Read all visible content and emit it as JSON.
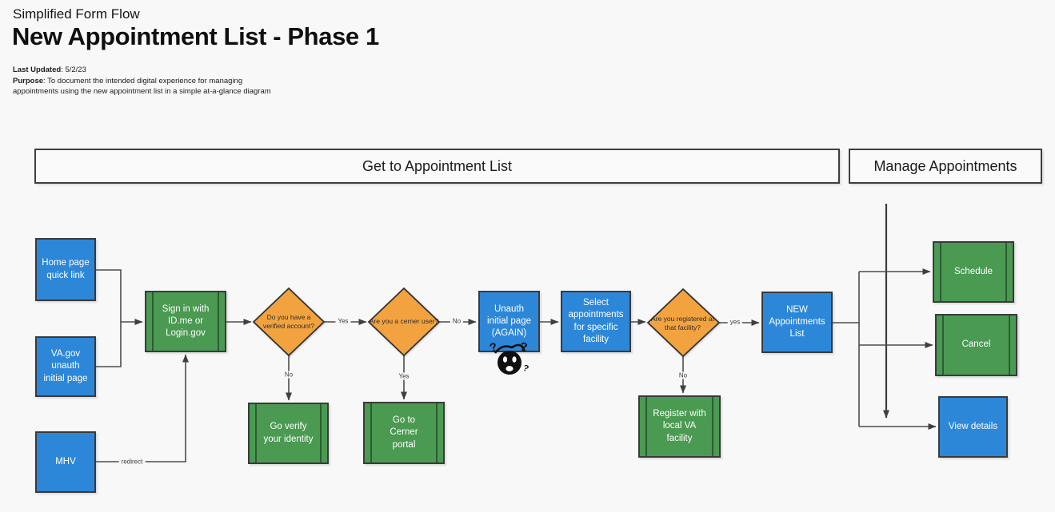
{
  "header": {
    "eyebrow": "Simplified Form Flow",
    "title": "New Appointment List - Phase 1",
    "last_updated_label": "Last Updated",
    "last_updated_text": ": 5/2/23",
    "purpose_label": "Purpose",
    "purpose_text": ": To document the intended digital experience for managing appointments using the new appointment list in a simple at-a-glance diagram"
  },
  "sections": {
    "get_to_appointment_list": "Get to Appointment List",
    "manage_appointments": "Manage Appointments"
  },
  "nodes": {
    "home_page_quick_link": "Home page quick link",
    "va_gov_unauth_initial_page": "VA.gov unauth initial page",
    "mhv": "MHV",
    "sign_in": "Sign in with ID.me or Login.gov",
    "verified_account_q": "Do you have a verified account?",
    "cerner_user_q": "Are you a cerner user?",
    "unauth_initial_page_again": "Unauth initial page (AGAIN)",
    "select_appointments": "Select appointments for specific facility",
    "registered_at_facility_q": "Are you registered at that facility?",
    "new_appointments_list": "NEW Appointments List",
    "go_verify_identity": "Go verify your identity",
    "go_to_cerner_portal": "Go to Cerner portal",
    "register_local_va": "Register with local VA facility",
    "schedule": "Schedule",
    "cancel": "Cancel",
    "view_details": "View details"
  },
  "edge_labels": {
    "verified_yes": "Yes",
    "verified_no": "No",
    "cerner_no": "No",
    "cerner_yes": "Yes",
    "registered_yes": "yes",
    "registered_no": "No",
    "mhv_redirect": "redirect"
  },
  "icons": {
    "confused_face": "confused-face-doodle"
  },
  "colors": {
    "canvas_bg": "#f8f8f8",
    "process_blue": "#2d87d9",
    "process_green": "#4a9a52",
    "decision_orange": "#f2a33f",
    "connector": "#4c4c4c",
    "node_border": "#3a3a3a"
  }
}
